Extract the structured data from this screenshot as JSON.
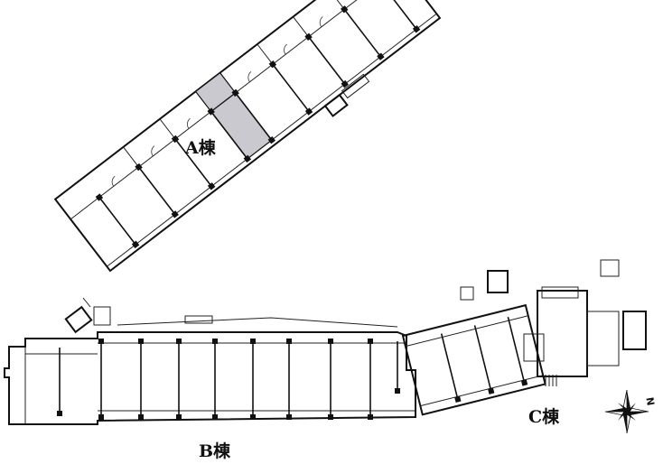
{
  "labels": {
    "building_a": "A棟",
    "building_b": "B棟",
    "building_c": "C棟",
    "north": "N"
  },
  "icons": {
    "compass": "compass-rose-icon"
  },
  "colors": {
    "highlight": "#c9c9cf",
    "wall": "#111111"
  }
}
